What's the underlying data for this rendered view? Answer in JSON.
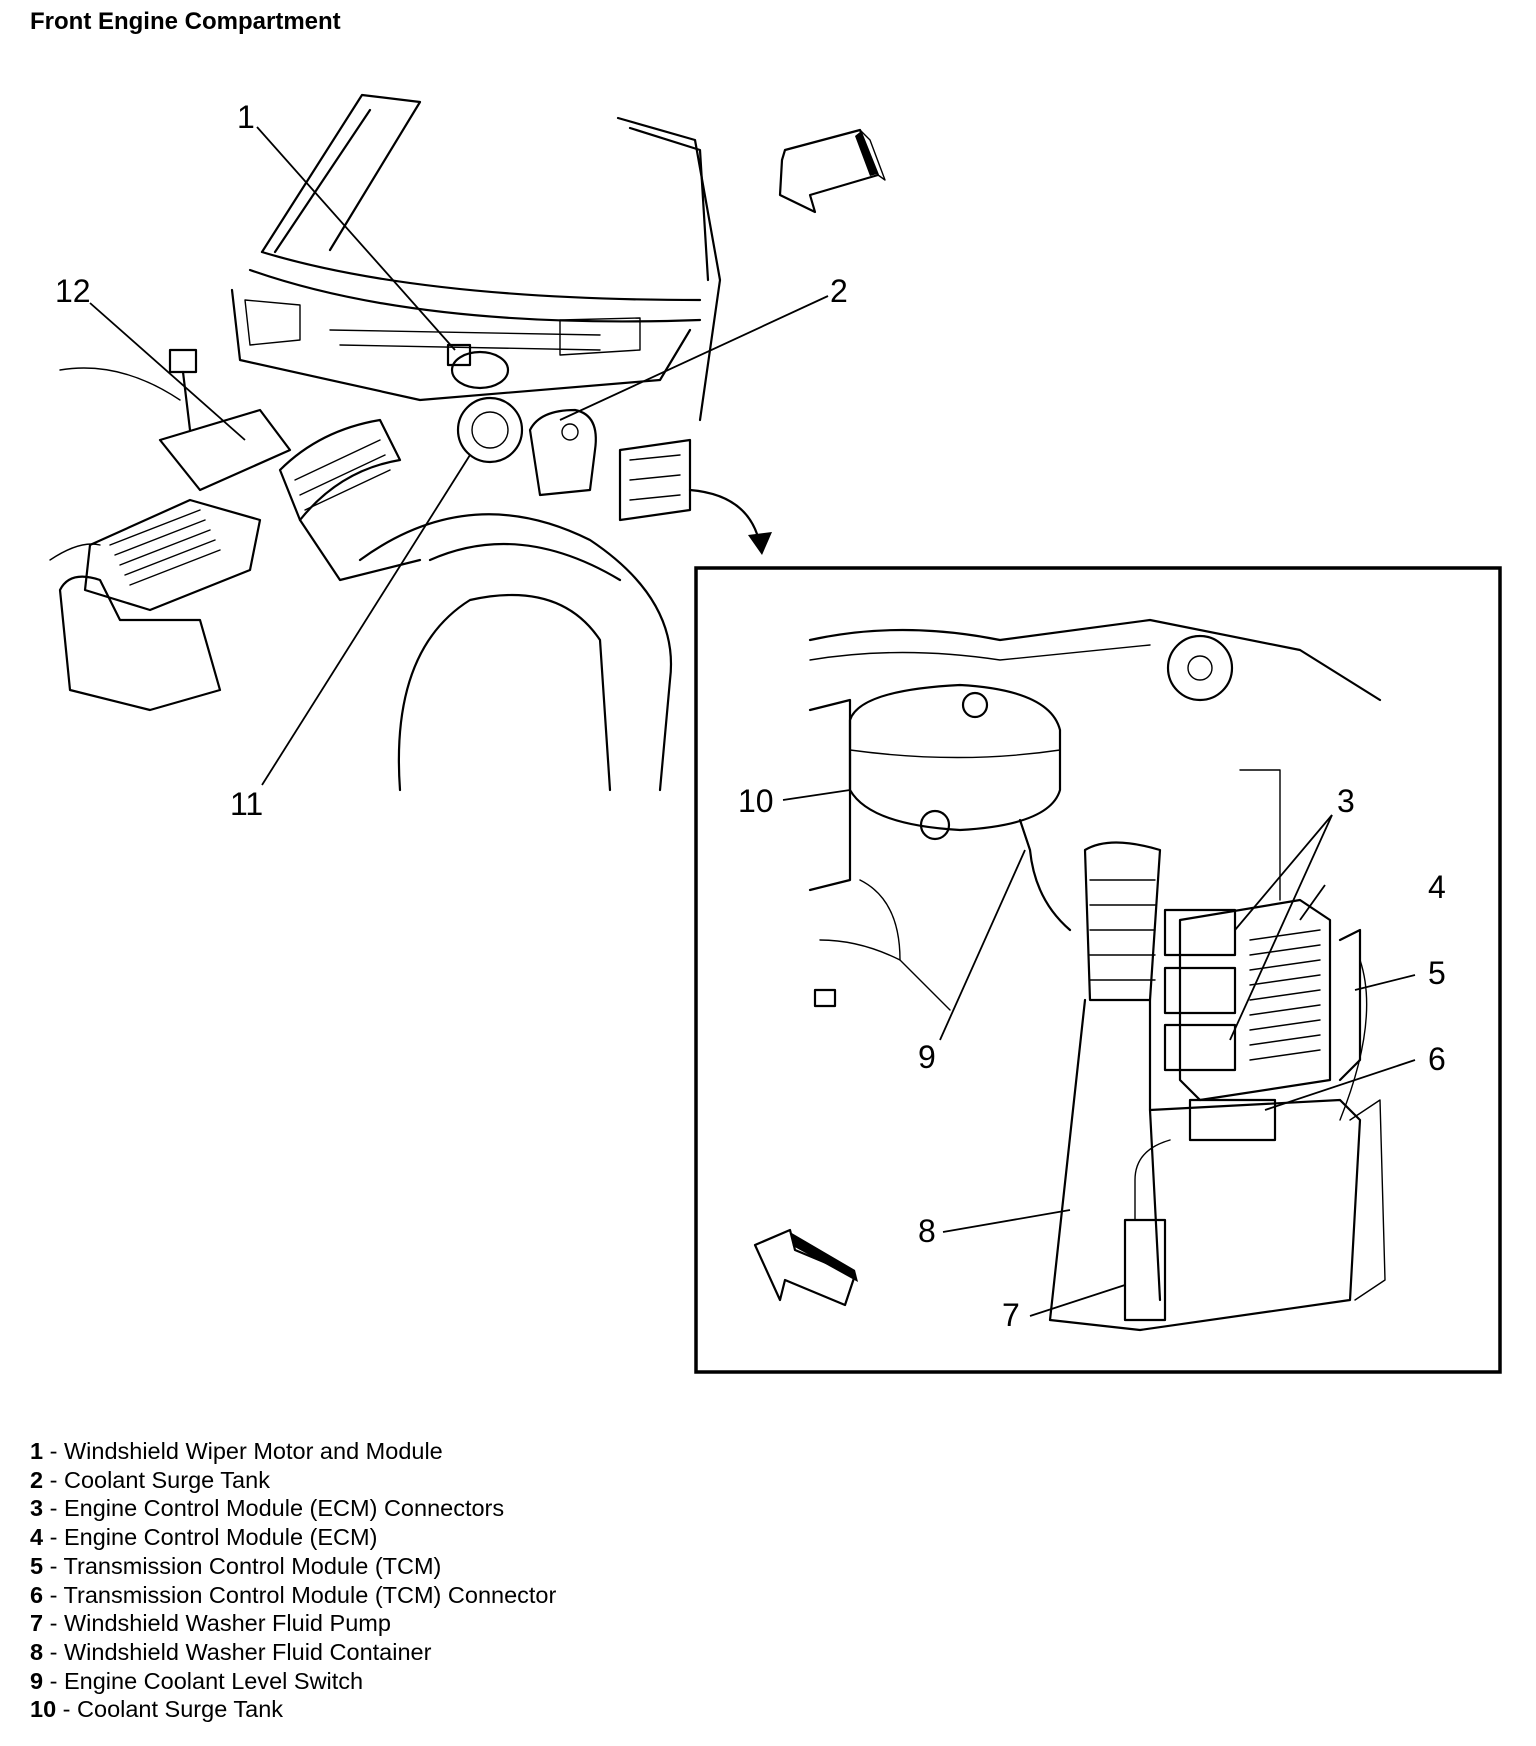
{
  "title": "Front Engine Compartment",
  "callouts": {
    "overview": [
      "1",
      "2",
      "11",
      "12"
    ],
    "detail": [
      "3",
      "4",
      "5",
      "6",
      "7",
      "8",
      "9",
      "10"
    ]
  },
  "legend": [
    {
      "num": "1",
      "sep": " - ",
      "text": "Windshield Wiper Motor and Module"
    },
    {
      "num": "2",
      "sep": " - ",
      "text": "Coolant Surge Tank"
    },
    {
      "num": "3",
      "sep": " - ",
      "text": "Engine Control Module (ECM) Connectors"
    },
    {
      "num": "4",
      "sep": " - ",
      "text": "Engine Control Module (ECM)"
    },
    {
      "num": "5",
      "sep": " - ",
      "text": "Transmission Control Module (TCM)"
    },
    {
      "num": "6",
      "sep": " - ",
      "text": "Transmission Control Module (TCM) Connector"
    },
    {
      "num": "7",
      "sep": " - ",
      "text": "Windshield Washer Fluid Pump"
    },
    {
      "num": "8",
      "sep": " - ",
      "text": "Windshield Washer Fluid Container"
    },
    {
      "num": "9",
      "sep": " - ",
      "text": "Engine Coolant Level Switch"
    },
    {
      "num": "10",
      "sep": " - ",
      "text": "Coolant Surge Tank"
    }
  ]
}
